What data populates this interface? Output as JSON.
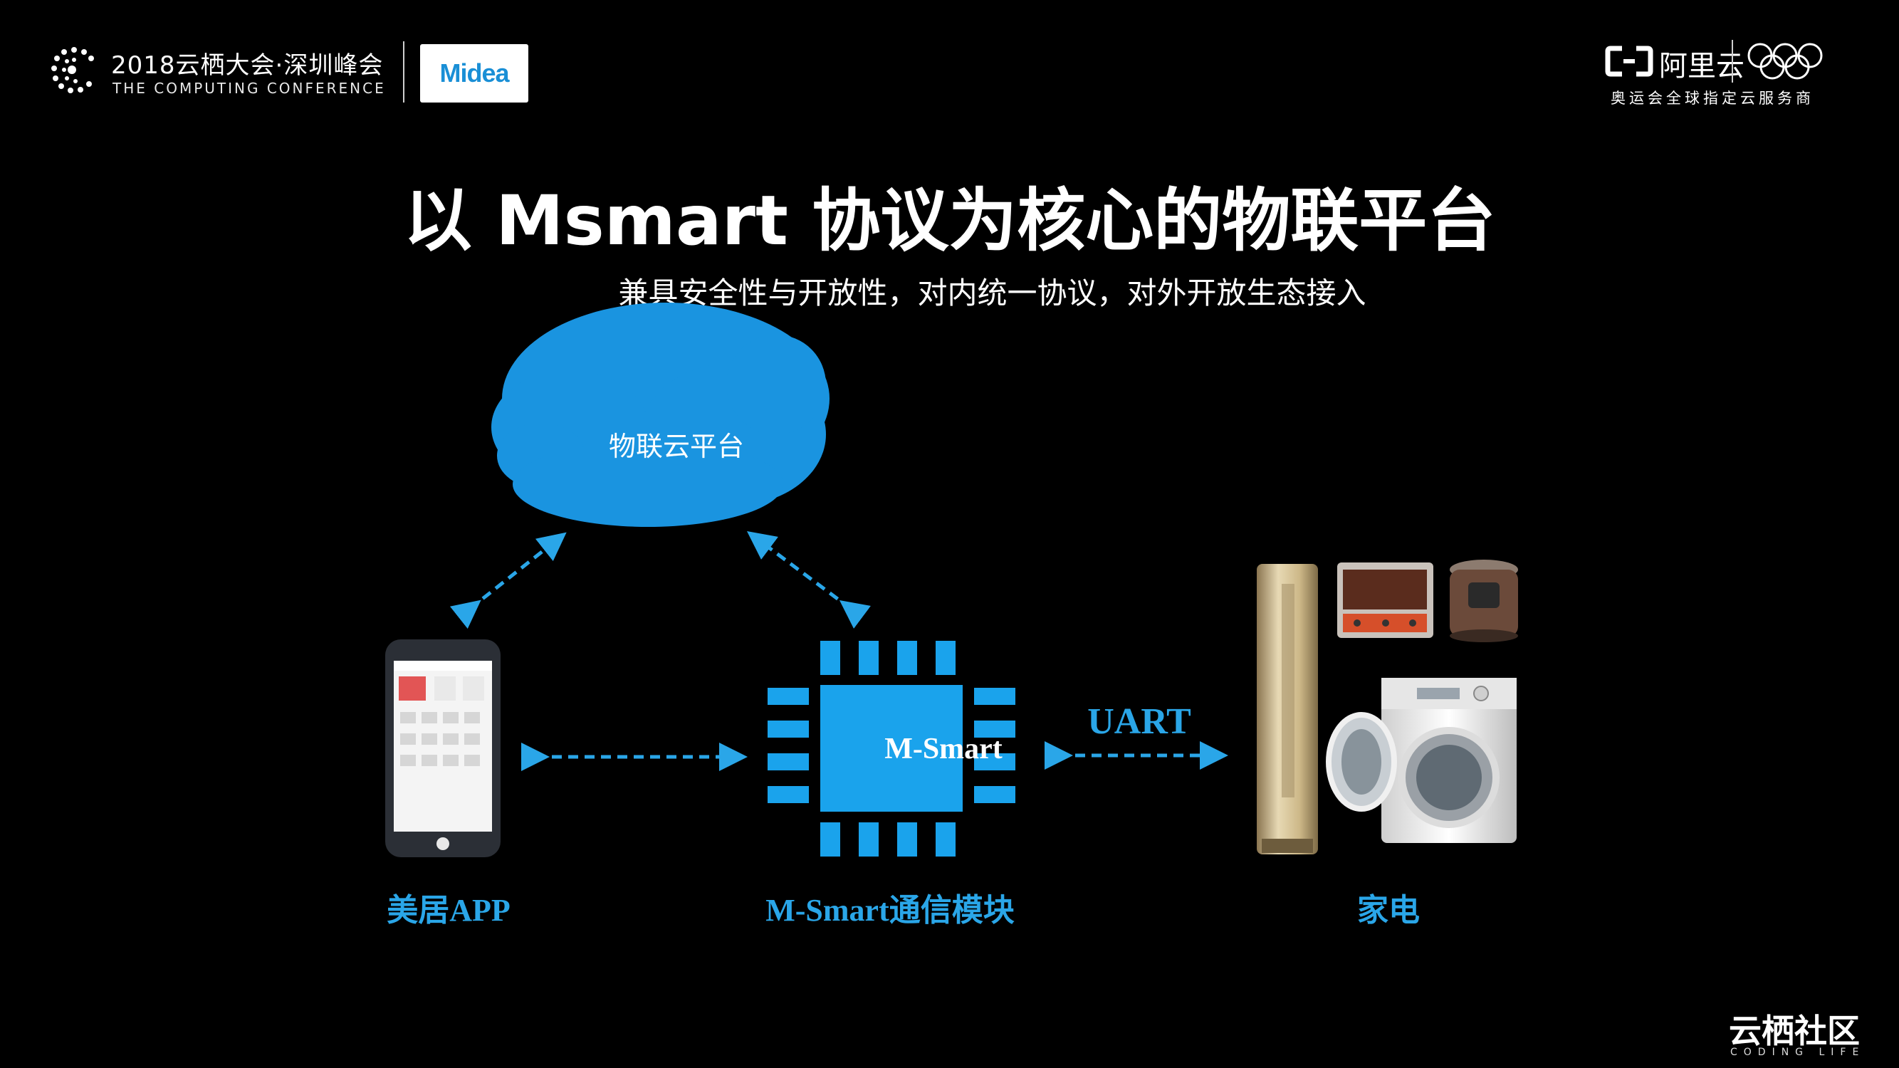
{
  "header": {
    "conference_title": "2018云栖大会·深圳峰会",
    "conference_subtitle": "THE COMPUTING CONFERENCE",
    "partner_logo_text": "Midea",
    "aliyun_name": "阿里云",
    "aliyun_tagline": "奥运会全球指定云服务商"
  },
  "slide": {
    "title": "以 Msmart 协议为核心的物联平台",
    "subtitle": "兼具安全性与开放性，对内统一协议，对外开放生态接入"
  },
  "diagram": {
    "cloud_label": "物联云平台",
    "chip_label": "M-Smart",
    "uart_label": "UART",
    "app_label": "美居APP",
    "module_label": "M-Smart通信模块",
    "appliance_label": "家电"
  },
  "colors": {
    "accent": "#2aa6e8",
    "background": "#000000",
    "chip": "#1aa3ec"
  },
  "footer": {
    "community_title": "云栖社区",
    "community_subtitle": "CODING LIFE"
  }
}
